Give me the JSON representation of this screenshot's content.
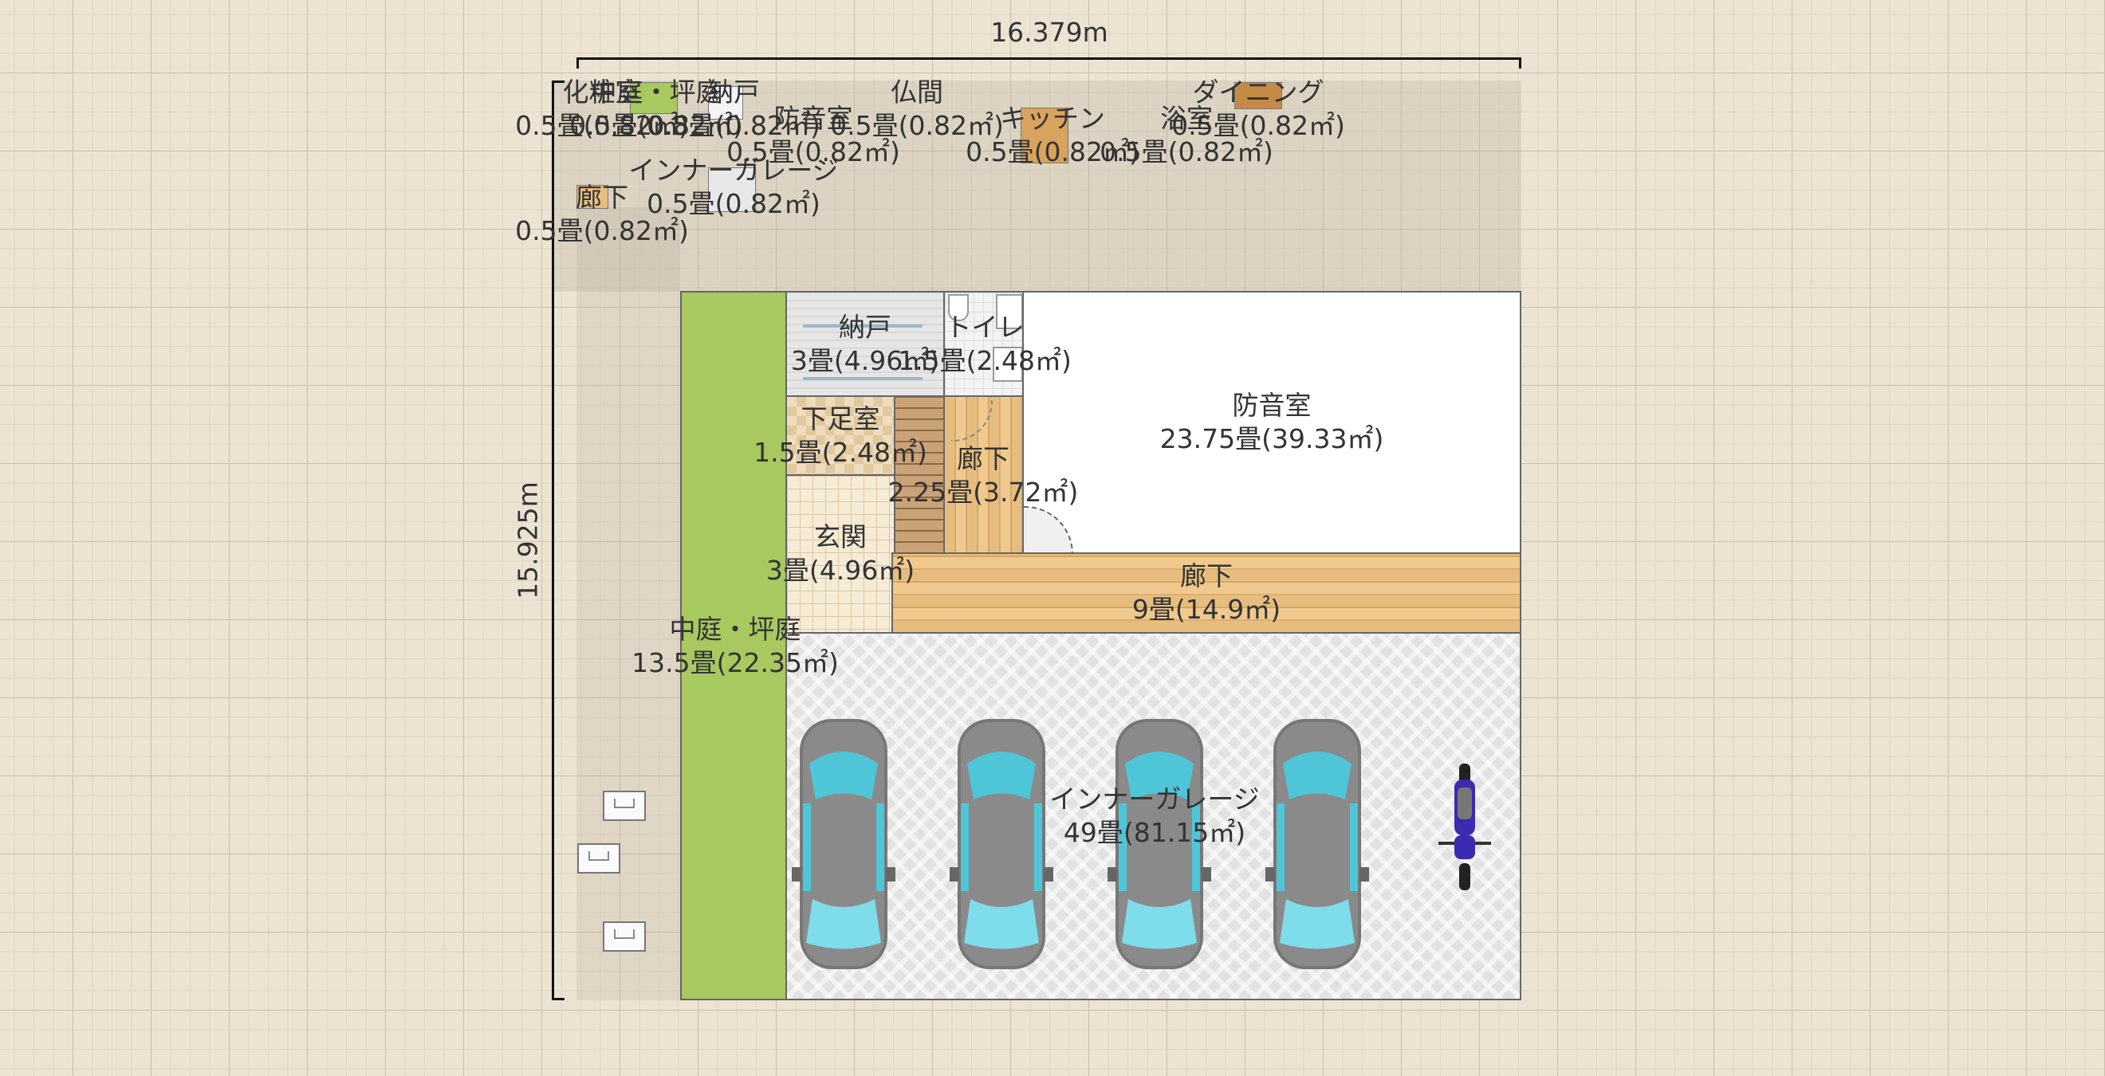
{
  "dimensions": {
    "width": "16.379m",
    "height": "15.925m"
  },
  "ghost_labels": [
    {
      "name": "化粧室",
      "area": "0.5畳(0.82㎡)"
    },
    {
      "name": "中庭・坪庭",
      "area": "0.5畳(0.82㎡)"
    },
    {
      "name": "納戸",
      "area": "0.5畳(0.82㎡)"
    },
    {
      "name": "防音室",
      "area": "0.5畳(0.82㎡)"
    },
    {
      "name": "仏間",
      "area": "0.5畳(0.82㎡)"
    },
    {
      "name": "キッチン",
      "area": "0.5畳(0.82㎡)"
    },
    {
      "name": "浴室",
      "area": "0.5畳(0.82㎡)"
    },
    {
      "name": "ダイニング",
      "area": "0.5畳(0.82㎡)"
    },
    {
      "name": "インナーガレージ",
      "area": "0.5畳(0.82㎡)"
    },
    {
      "name": "廊下",
      "area": "0.5畳(0.82㎡)"
    }
  ],
  "rooms": [
    {
      "name": "納戸",
      "area": "3畳(4.96㎡)"
    },
    {
      "name": "トイレ",
      "area": "1.5畳(2.48㎡)"
    },
    {
      "name": "防音室",
      "area": "23.75畳(39.33㎡)"
    },
    {
      "name": "下足室",
      "area": "1.5畳(2.48㎡)"
    },
    {
      "name": "廊下",
      "area": "2.25畳(3.72㎡)"
    },
    {
      "name": "玄関",
      "area": "3畳(4.96㎡)"
    },
    {
      "name": "廊下",
      "area": "9畳(14.9㎡)"
    },
    {
      "name": "中庭・坪庭",
      "area": "13.5畳(22.35㎡)"
    },
    {
      "name": "インナーガレージ",
      "area": "49畳(81.15㎡)"
    }
  ],
  "furniture": {
    "cars": [
      "car",
      "car",
      "car",
      "car"
    ],
    "motorcycle": "motorcycle",
    "boxes": [
      "storage-box",
      "storage-box",
      "storage-box"
    ]
  },
  "colors": {
    "garden": "#a7c95f",
    "wood": "#e7bd7f",
    "garage": "#e2e2e2",
    "car_glass": "#4fc6d8",
    "bike": "#3a2bb0"
  }
}
